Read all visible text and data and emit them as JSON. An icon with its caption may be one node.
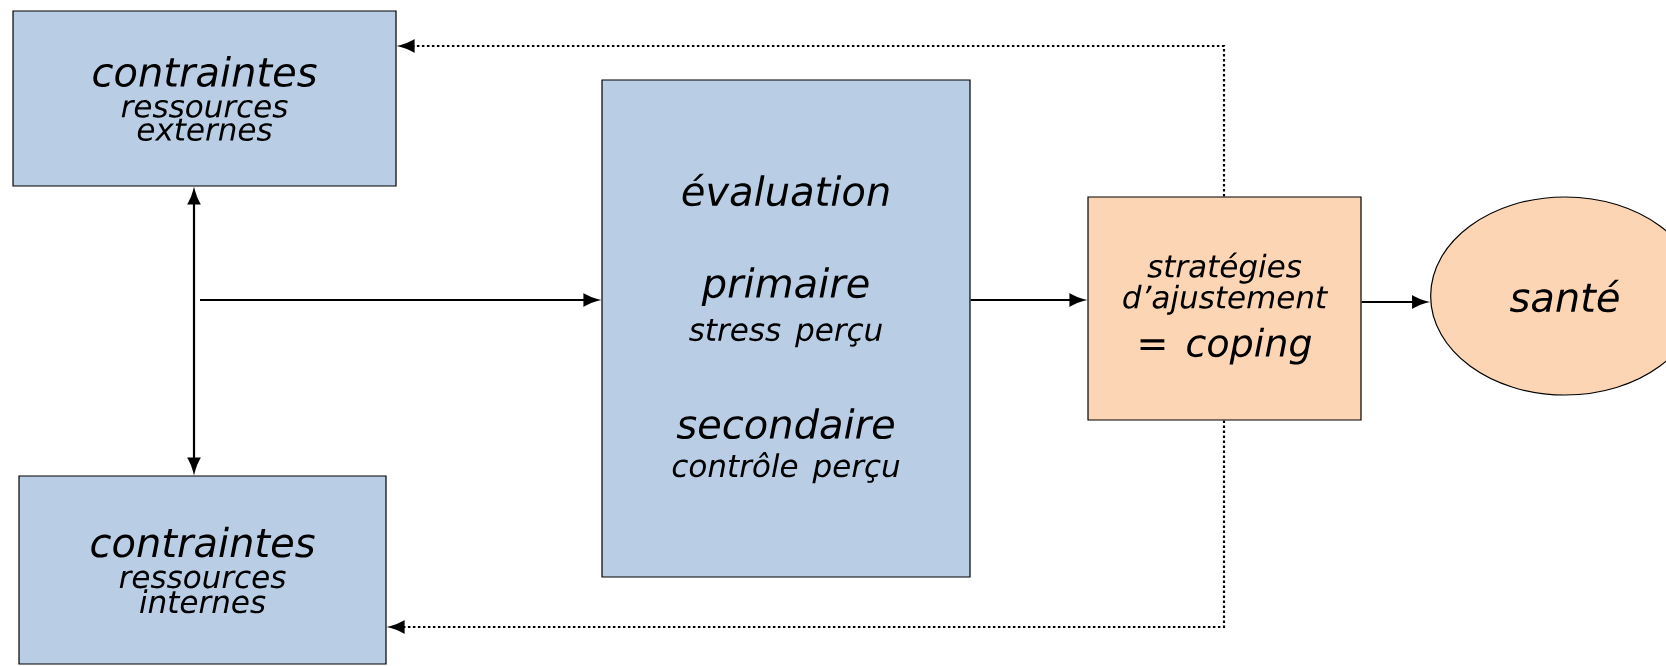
{
  "diagram": {
    "nodes": [
      {
        "text": [
          "contraintes",
          "ressources externes"
        ]
      },
      {
        "text": [
          "contraintes",
          "ressources internes"
        ]
      },
      {
        "text": [
          "évaluation",
          "primaire",
          "stress perçu",
          "secondaire",
          "contrôle perçu"
        ]
      },
      {
        "text": [
          "stratégies d’ajustement",
          "= coping"
        ]
      },
      {
        "text": [
          "santé"
        ]
      }
    ],
    "edges": [
      {
        "from": 0,
        "to": 1,
        "arrow": "both"
      },
      {
        "from": null,
        "to": 2,
        "arrow": "to"
      },
      {
        "from": 2,
        "to": 3,
        "arrow": "to"
      },
      {
        "from": 3,
        "to": 4,
        "arrow": "to"
      },
      {
        "from": 3,
        "to": 0,
        "arrow": "to",
        "style": "dashed"
      },
      {
        "from": 3,
        "to": 1,
        "arrow": "to",
        "style": "dashed"
      }
    ]
  }
}
